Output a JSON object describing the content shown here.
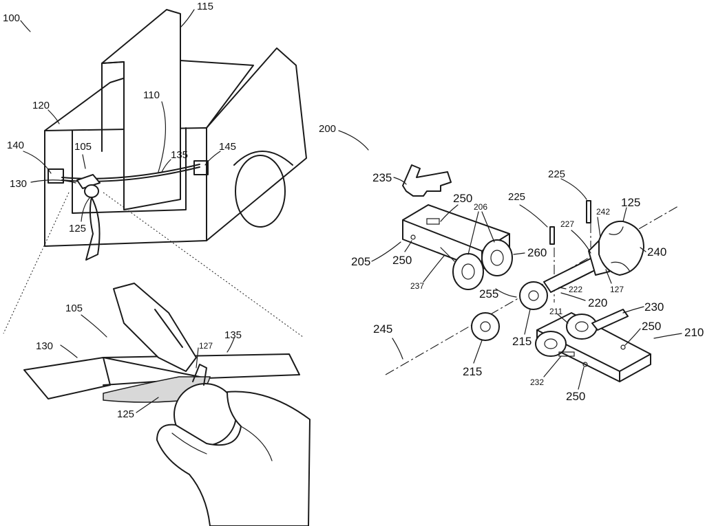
{
  "labels": {
    "fig100": "100",
    "l115": "115",
    "l120": "120",
    "l110": "110",
    "l105a": "105",
    "l140": "140",
    "l130a": "130",
    "l135a": "135",
    "l145": "145",
    "l125a": "125",
    "l105b": "105",
    "l130b": "130",
    "l135b": "135",
    "l127a": "127",
    "l125b": "125",
    "fig200": "200",
    "l235": "235",
    "l250a": "250",
    "l206": "206",
    "l205": "205",
    "l250b": "250",
    "l237": "237",
    "l260": "260",
    "l225a": "225",
    "l225b": "225",
    "l242": "242",
    "l125c": "125",
    "l227": "227",
    "l240": "240",
    "l127b": "127",
    "l222": "222",
    "l255": "255",
    "l220": "220",
    "l230": "230",
    "l211": "211",
    "l250c": "250",
    "l210": "210",
    "l245": "245",
    "l215a": "215",
    "l215b": "215",
    "l232": "232",
    "l250d": "250"
  }
}
